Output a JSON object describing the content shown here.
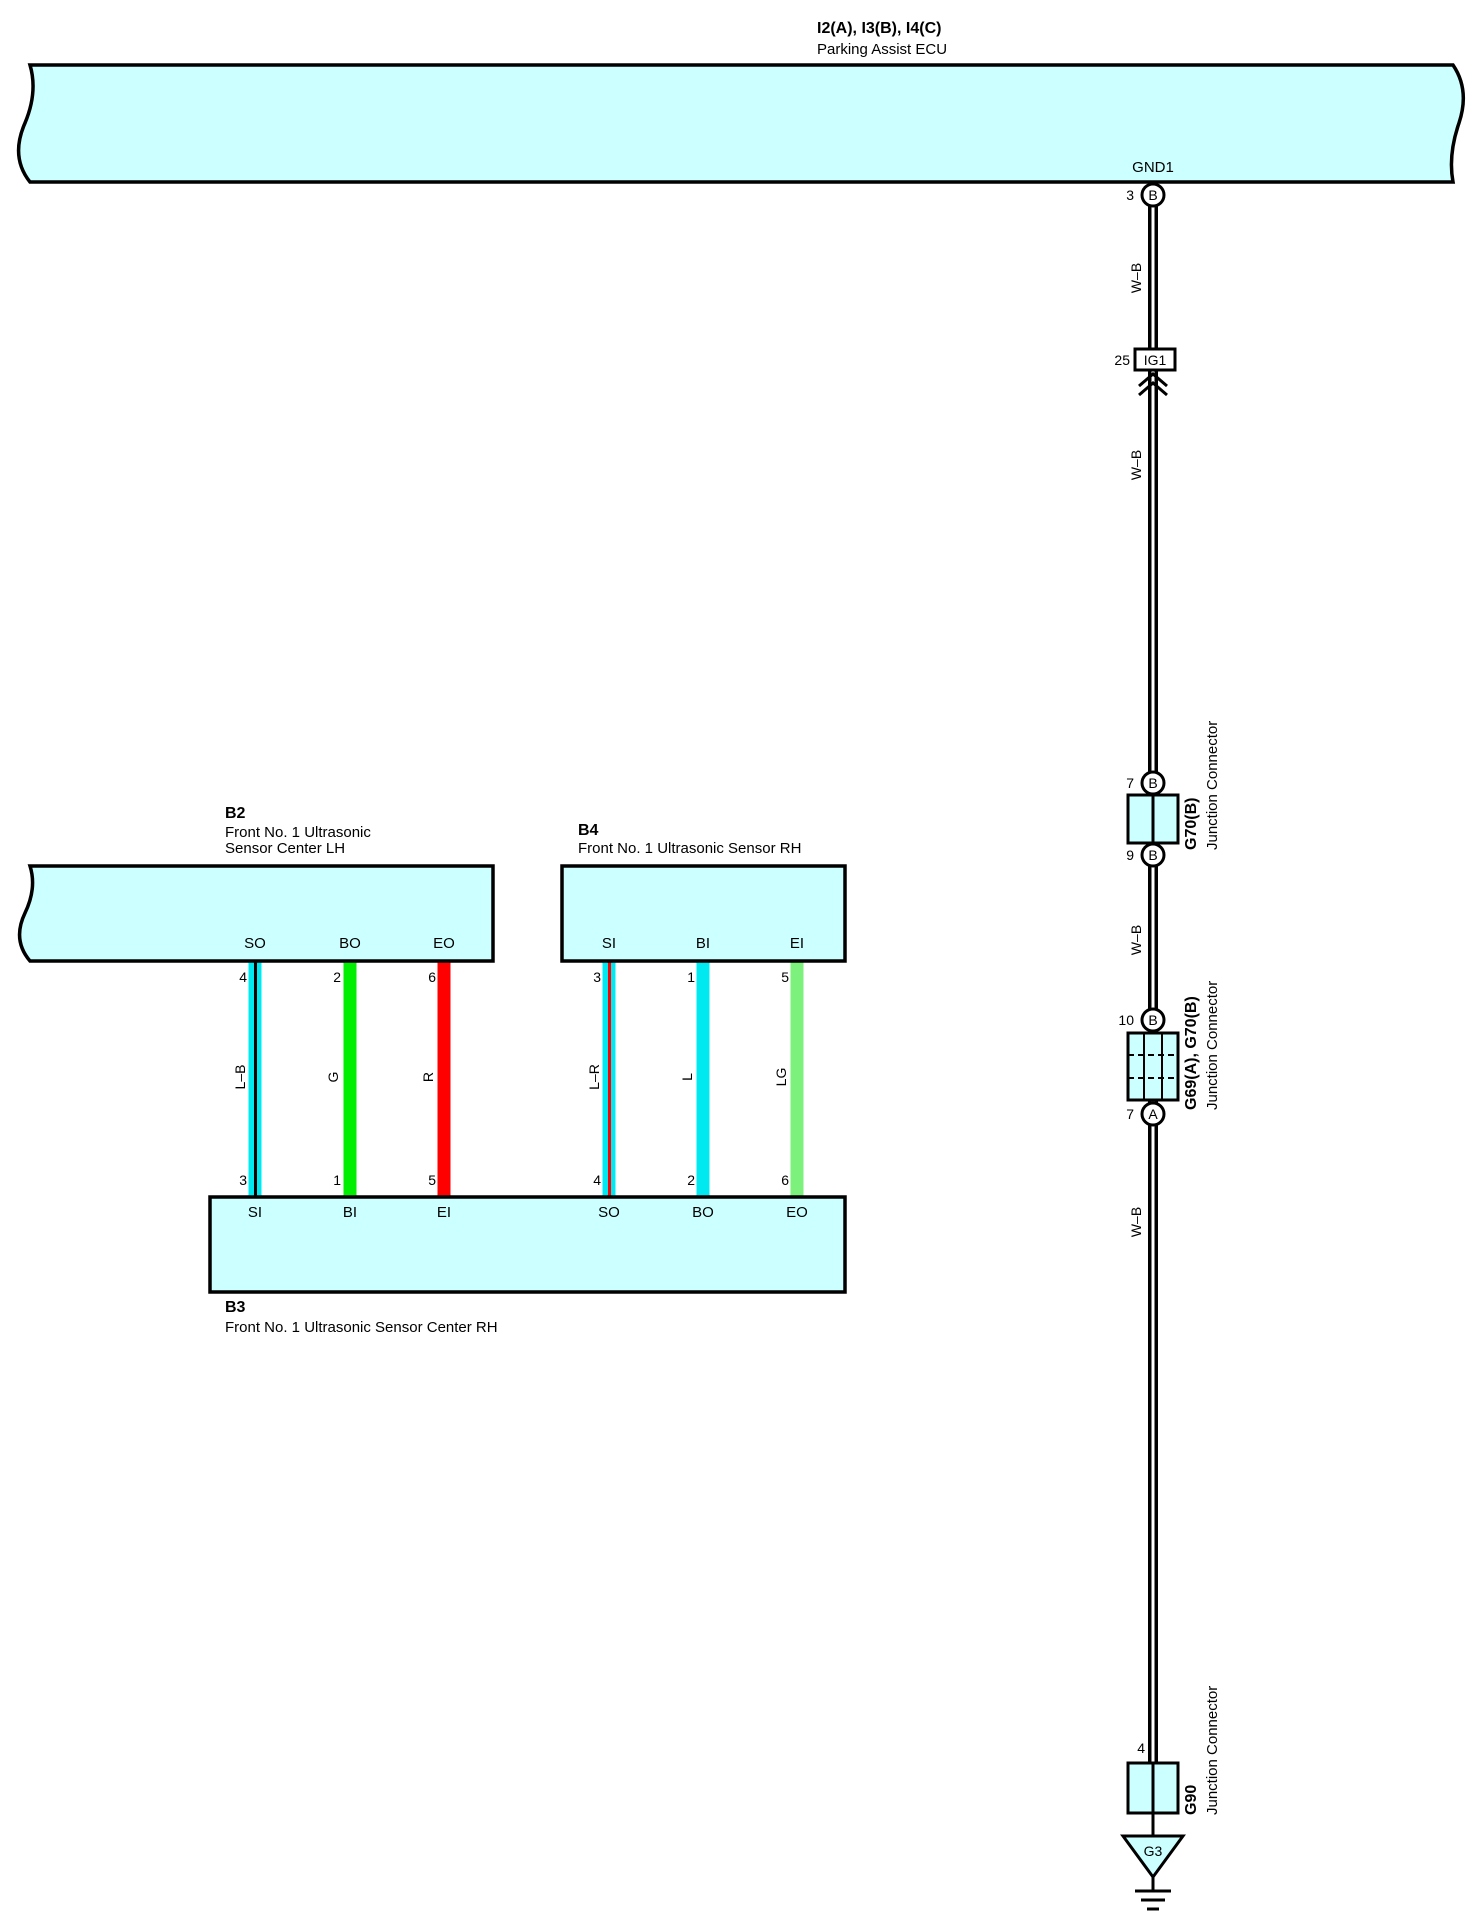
{
  "ecu": {
    "id": "I2(A), I3(B), I4(C)",
    "name": "Parking Assist ECU",
    "pin_name": "GND1",
    "pin_no": "3",
    "pin_connector": "B"
  },
  "ground_wire": {
    "color_code": "W–B",
    "color": "#000000",
    "fill": "#ffffff"
  },
  "inline_connector": {
    "id": "IG1",
    "pin": "25"
  },
  "junction_g70": {
    "id": "G70(B)",
    "label": "Junction Connector",
    "pin_top": "7",
    "pin_top_conn": "B",
    "pin_bottom": "9",
    "pin_bottom_conn": "B"
  },
  "junction_g69": {
    "id": "G69(A), G70(B)",
    "label": "Junction Connector",
    "pin_top": "10",
    "pin_top_conn": "B",
    "pin_bottom": "7",
    "pin_bottom_conn": "A"
  },
  "junction_g90": {
    "id": "G90",
    "label": "Junction Connector",
    "pin": "4"
  },
  "ground_point": {
    "id": "G3"
  },
  "sensor_b2": {
    "id": "B2",
    "name_line1": "Front No.  1 Ultrasonic",
    "name_line2": "Sensor Center LH",
    "pins": [
      {
        "name": "SO",
        "no": "4"
      },
      {
        "name": "BO",
        "no": "2"
      },
      {
        "name": "EO",
        "no": "6"
      }
    ]
  },
  "sensor_b4": {
    "id": "B4",
    "name": "Front No.  1 Ultrasonic Sensor RH",
    "pins": [
      {
        "name": "SI",
        "no": "3"
      },
      {
        "name": "BI",
        "no": "1"
      },
      {
        "name": "EI",
        "no": "5"
      }
    ]
  },
  "sensor_b3": {
    "id": "B3",
    "name": "Front No.  1 Ultrasonic Sensor Center RH",
    "pins": [
      {
        "name": "SI",
        "no": "3"
      },
      {
        "name": "BI",
        "no": "1"
      },
      {
        "name": "EI",
        "no": "5"
      },
      {
        "name": "SO",
        "no": "4"
      },
      {
        "name": "BO",
        "no": "2"
      },
      {
        "name": "EO",
        "no": "6"
      }
    ]
  },
  "signal_wires": [
    {
      "code": "L–B",
      "base": "#00e8f0",
      "stripe": "#000000"
    },
    {
      "code": "G",
      "base": "#00ee00",
      "stripe": ""
    },
    {
      "code": "R",
      "base": "#ff0000",
      "stripe": ""
    },
    {
      "code": "L–R",
      "base": "#00e8f0",
      "stripe": "#ff0000"
    },
    {
      "code": "L",
      "base": "#00e8f0",
      "stripe": ""
    },
    {
      "code": "LG",
      "base": "#7cf27c",
      "stripe": ""
    }
  ],
  "colors": {
    "component_fill": "#ccffff",
    "outline": "#000000"
  }
}
